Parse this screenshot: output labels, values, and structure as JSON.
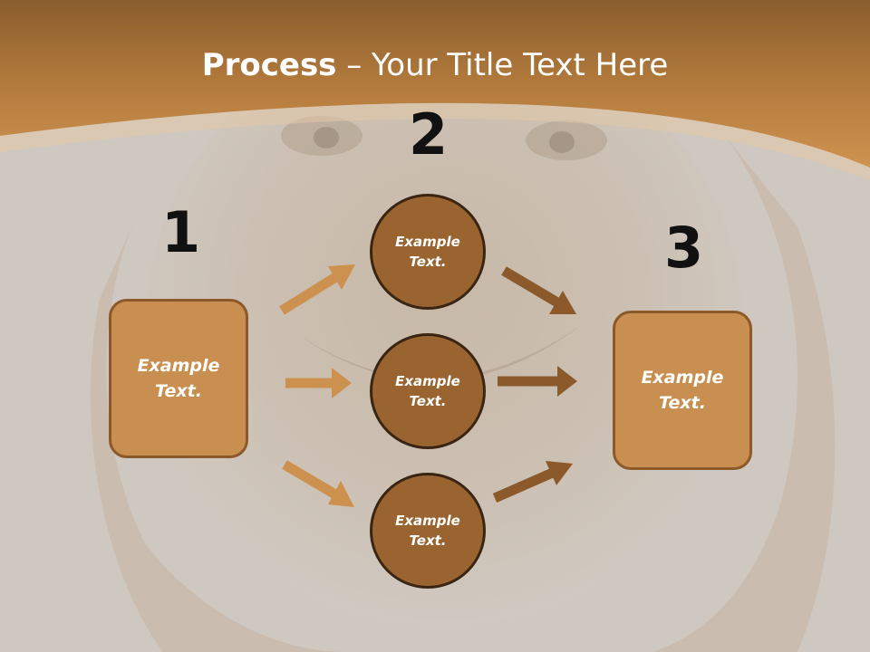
{
  "title": {
    "bold": "Process",
    "rest": " – Your Title Text Here"
  },
  "steps": [
    {
      "number": "1",
      "label": "Example Text."
    },
    {
      "number": "2"
    },
    {
      "number": "3",
      "label": "Example Text."
    }
  ],
  "circles": [
    {
      "label": "Example Text."
    },
    {
      "label": "Example Text."
    },
    {
      "label": "Example Text."
    }
  ],
  "colors": {
    "banner": "#c58a45",
    "box_fill": "#c98f50",
    "circle_fill": "#996430",
    "arrow_left": "#cc904f",
    "arrow_right": "#8c5a2a"
  },
  "icons": [
    "portrait-photo-background"
  ]
}
